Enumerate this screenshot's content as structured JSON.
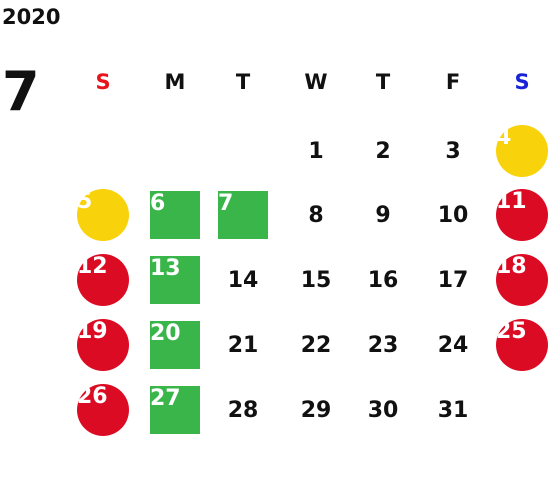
{
  "calendar": {
    "year": "2020",
    "month": "7",
    "colors": {
      "sunday": "#e8141c",
      "saturday": "#1822d8",
      "red": "#dc0b24",
      "yellow": "#f8d20b",
      "green": "#39b54a",
      "text": "#111111"
    },
    "weekdays": [
      {
        "label": "S",
        "tone": "sunday"
      },
      {
        "label": "M",
        "tone": "normal"
      },
      {
        "label": "T",
        "tone": "normal"
      },
      {
        "label": "W",
        "tone": "normal"
      },
      {
        "label": "T",
        "tone": "normal"
      },
      {
        "label": "F",
        "tone": "normal"
      },
      {
        "label": "S",
        "tone": "saturday"
      }
    ],
    "weeks": [
      [
        {
          "label": "",
          "style": "empty"
        },
        {
          "label": "",
          "style": "empty"
        },
        {
          "label": "",
          "style": "empty"
        },
        {
          "label": "1",
          "style": "plain"
        },
        {
          "label": "2",
          "style": "plain"
        },
        {
          "label": "3",
          "style": "plain"
        },
        {
          "label": "4",
          "style": "yellow"
        }
      ],
      [
        {
          "label": "5",
          "style": "yellow"
        },
        {
          "label": "6",
          "style": "green"
        },
        {
          "label": "7",
          "style": "green"
        },
        {
          "label": "8",
          "style": "plain"
        },
        {
          "label": "9",
          "style": "plain"
        },
        {
          "label": "10",
          "style": "plain"
        },
        {
          "label": "11",
          "style": "red"
        }
      ],
      [
        {
          "label": "12",
          "style": "red"
        },
        {
          "label": "13",
          "style": "green"
        },
        {
          "label": "14",
          "style": "plain"
        },
        {
          "label": "15",
          "style": "plain"
        },
        {
          "label": "16",
          "style": "plain"
        },
        {
          "label": "17",
          "style": "plain"
        },
        {
          "label": "18",
          "style": "red"
        }
      ],
      [
        {
          "label": "19",
          "style": "red"
        },
        {
          "label": "20",
          "style": "green"
        },
        {
          "label": "21",
          "style": "plain"
        },
        {
          "label": "22",
          "style": "plain"
        },
        {
          "label": "23",
          "style": "plain"
        },
        {
          "label": "24",
          "style": "plain"
        },
        {
          "label": "25",
          "style": "red"
        }
      ],
      [
        {
          "label": "26",
          "style": "red"
        },
        {
          "label": "27",
          "style": "green"
        },
        {
          "label": "28",
          "style": "plain"
        },
        {
          "label": "29",
          "style": "plain"
        },
        {
          "label": "30",
          "style": "plain"
        },
        {
          "label": "31",
          "style": "plain"
        },
        {
          "label": "",
          "style": "empty"
        }
      ]
    ]
  }
}
